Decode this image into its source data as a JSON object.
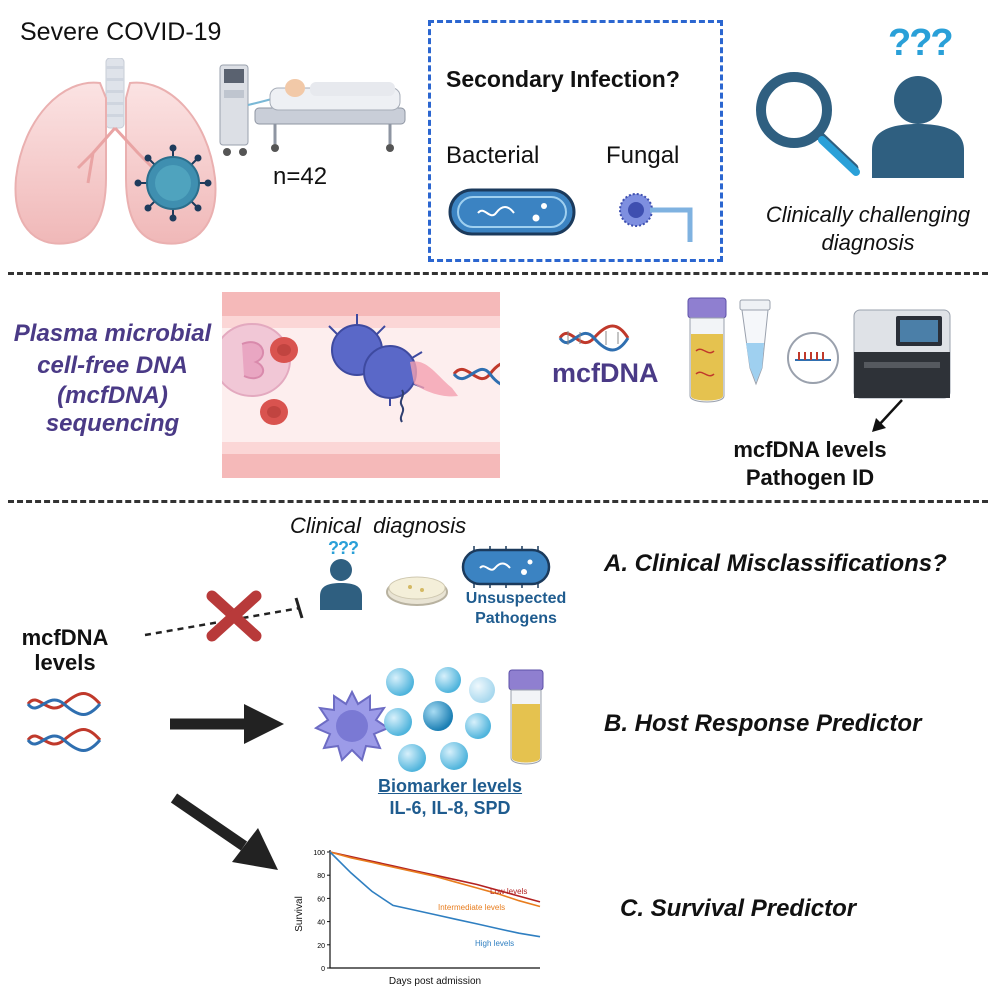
{
  "top": {
    "title": "Severe COVID-19",
    "cohort": "n=42",
    "box_title": "Secondary Infection?",
    "bacterial": "Bacterial",
    "fungal": "Fungal",
    "question_marks": "???",
    "challenge_line1": "Clinically challenging",
    "challenge_line2": "diagnosis"
  },
  "middle": {
    "method_line1": "Plasma microbial",
    "method_line2": "cell-free DNA",
    "method_line3": "(mcfDNA)",
    "method_line4": "sequencing",
    "mcfdna_label": "mcfDNA",
    "output_line1": "mcfDNA levels",
    "output_line2": "Pathogen ID"
  },
  "bottom": {
    "input_line1": "mcfDNA",
    "input_line2": "levels",
    "clinical_dx": "Clinical  diagnosis",
    "small_question": "???",
    "unsuspected_line1": "Unsuspected",
    "unsuspected_line2": "Pathogens",
    "biomarker_title": "Biomarker levels",
    "biomarker_list": "IL-6, IL-8, SPD",
    "finding_a": "A. Clinical Misclassifications?",
    "finding_b": "B. Host Response Predictor",
    "finding_c": "C. Survival Predictor"
  },
  "colors": {
    "purple": "#4a3a86",
    "blue_dark": "#1f5c8f",
    "red_x": "#b83a3a",
    "low": "#b22222",
    "intermediate": "#e87d1e",
    "high": "#2f7fc1"
  },
  "chart_data": {
    "type": "line",
    "xlabel": "Days post admission",
    "ylabel": "Survival",
    "ylim": [
      0,
      100
    ],
    "yticks": [
      0,
      20,
      40,
      60,
      80,
      100
    ],
    "x": [
      0,
      0.1,
      0.2,
      0.3,
      0.4,
      0.5,
      0.6,
      0.7,
      0.8,
      0.9,
      1.0
    ],
    "series": [
      {
        "name": "Low levels",
        "values": [
          100,
          96,
          92,
          88,
          84,
          80,
          76,
          72,
          67,
          62,
          57
        ]
      },
      {
        "name": "Intermediate levels",
        "values": [
          100,
          95,
          91,
          87,
          83,
          79,
          74,
          69,
          64,
          58,
          53
        ]
      },
      {
        "name": "High levels",
        "values": [
          100,
          82,
          66,
          54,
          50,
          46,
          42,
          38,
          34,
          30,
          27
        ]
      }
    ]
  }
}
